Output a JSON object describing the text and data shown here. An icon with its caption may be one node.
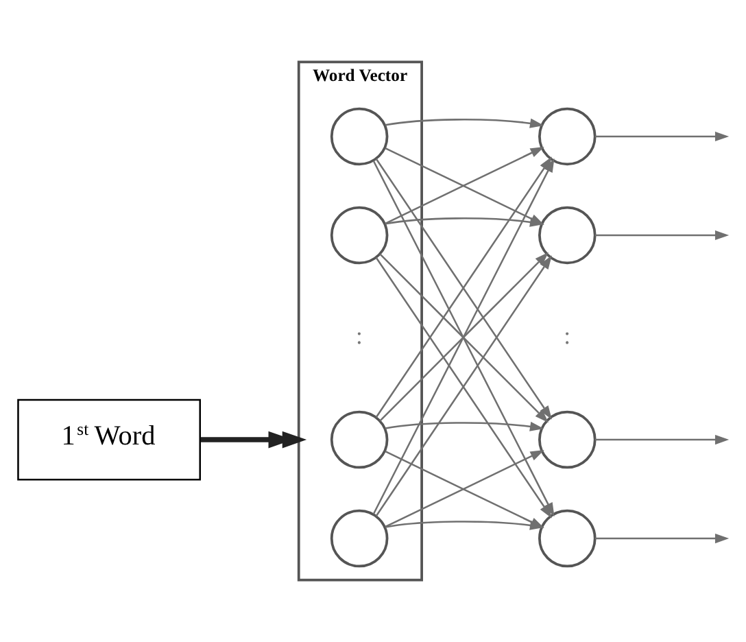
{
  "diagram": {
    "nodes": [
      {
        "text": [
          "1$^{st}$ Word"
        ]
      },
      {
        "text": [
          "Word Vector"
        ]
      },
      {
        "text": [],
        "shape": "circle",
        "in": 1
      },
      {
        "text": [],
        "shape": "circle",
        "in": 1
      },
      {
        "text": [],
        "shape": "circle",
        "in": 1
      },
      {
        "text": [],
        "shape": "circle",
        "in": 1
      },
      {
        "text": [],
        "shape": "circle"
      },
      {
        "text": [],
        "shape": "circle"
      },
      {
        "text": [],
        "shape": "circle"
      },
      {
        "text": [],
        "shape": "circle"
      }
    ],
    "edges": [
      {
        "from": 0,
        "to": 1,
        "arrow": "to",
        "style": "thick"
      },
      {
        "from": 2,
        "to": 6,
        "arrow": "to"
      },
      {
        "from": 2,
        "to": 7,
        "arrow": "to"
      },
      {
        "from": 2,
        "to": 8,
        "arrow": "to"
      },
      {
        "from": 2,
        "to": 9,
        "arrow": "to"
      },
      {
        "from": 3,
        "to": 6,
        "arrow": "to"
      },
      {
        "from": 3,
        "to": 7,
        "arrow": "to"
      },
      {
        "from": 3,
        "to": 8,
        "arrow": "to"
      },
      {
        "from": 3,
        "to": 9,
        "arrow": "to"
      },
      {
        "from": 4,
        "to": 6,
        "arrow": "to"
      },
      {
        "from": 4,
        "to": 7,
        "arrow": "to"
      },
      {
        "from": 4,
        "to": 8,
        "arrow": "to"
      },
      {
        "from": 4,
        "to": 9,
        "arrow": "to"
      },
      {
        "from": 5,
        "to": 6,
        "arrow": "to"
      },
      {
        "from": 5,
        "to": 7,
        "arrow": "to"
      },
      {
        "from": 5,
        "to": 8,
        "arrow": "to"
      },
      {
        "from": 5,
        "to": 9,
        "arrow": "to"
      },
      {
        "from": 6,
        "to": null,
        "arrow": "to"
      },
      {
        "from": 7,
        "to": null,
        "arrow": "to"
      },
      {
        "from": 8,
        "to": null,
        "arrow": "to"
      },
      {
        "from": 9,
        "to": null,
        "arrow": "to"
      }
    ],
    "labels": [
      ":",
      ":"
    ]
  }
}
